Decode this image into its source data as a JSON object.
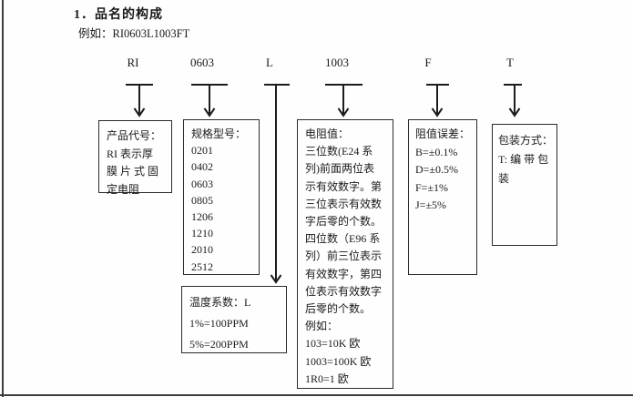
{
  "page": {
    "title": "1．品名的构成",
    "example": "例如：RI0603L1003FT"
  },
  "part_codes": [
    {
      "label": "RI"
    },
    {
      "label": "0603"
    },
    {
      "label": "L"
    },
    {
      "label": "1003"
    },
    {
      "label": "F"
    },
    {
      "label": "T"
    }
  ],
  "boxes": {
    "product_code": {
      "lines": [
        "产品代号：",
        "RI 表示厚",
        "膜 片 式 固",
        "定电阻"
      ]
    },
    "size_code": {
      "lines": [
        "规格型号：",
        "0201",
        "0402",
        "0603",
        "0805",
        "1206",
        "1210",
        "2010",
        "2512"
      ]
    },
    "temperature_coefficient": {
      "lines": [
        "温度系数：L",
        "1%=100PPM",
        "5%=200PPM"
      ]
    },
    "resistance_value": {
      "lines": [
        "电阻值：",
        "三位数(E24 系",
        "列)前面两位表",
        "示有效数字。第",
        "三位表示有效数",
        "字后零的个数。",
        "四位数（E96 系",
        "列）前三位表示",
        "有效数字，第四",
        "位表示有效数字",
        "后零的个数。",
        "例如：",
        "103=10K 欧",
        "1003=100K 欧",
        "1R0=1 欧"
      ]
    },
    "tolerance": {
      "lines": [
        "阻值误差：",
        "B=±0.1%",
        "D=±0.5%",
        "F=±1%",
        "J=±5%"
      ]
    },
    "packaging": {
      "lines": [
        "包装方式：",
        "T: 编 带 包",
        "装"
      ]
    }
  }
}
